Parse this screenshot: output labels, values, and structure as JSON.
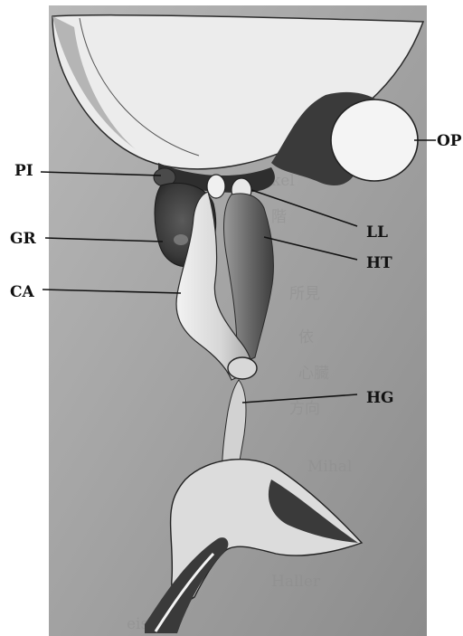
{
  "figure": {
    "labels": {
      "op": "OP",
      "pi": "PI",
      "gr": "GR",
      "ca": "CA",
      "ll": "LL",
      "ht": "HT",
      "hg": "HG"
    },
    "colors": {
      "page": "#ffffff",
      "plate": "#a6a6a6",
      "tissue_light": "#e4e4e4",
      "tissue_mid": "#8f8f8f",
      "tissue_dark": "#3a3a3a",
      "ink": "#111111"
    }
  }
}
